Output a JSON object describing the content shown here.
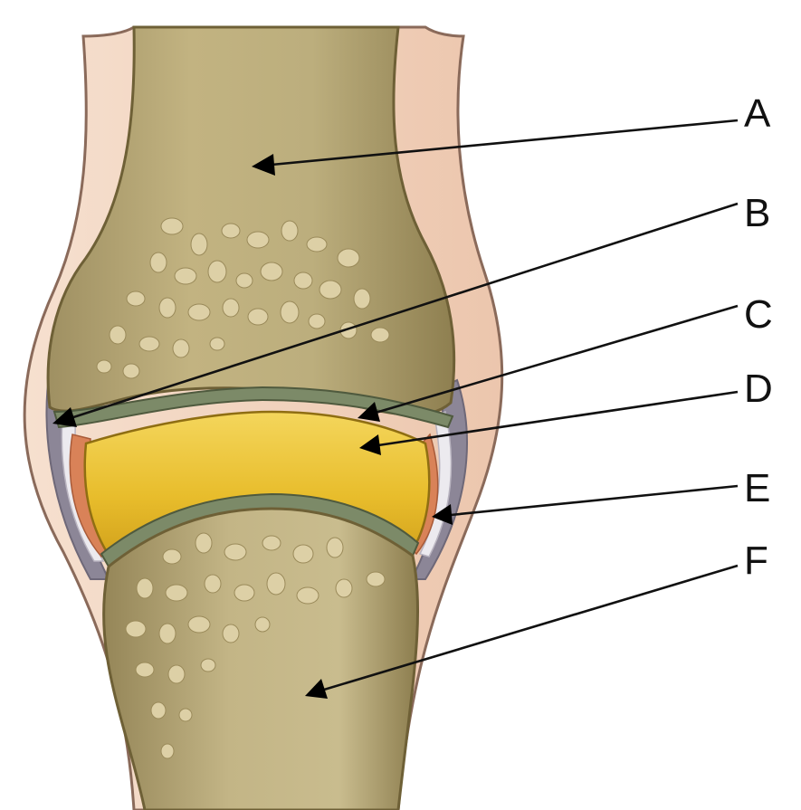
{
  "diagram": {
    "labels": [
      "A",
      "B",
      "C",
      "D",
      "E",
      "F"
    ]
  },
  "colors": {
    "bone": "#b7a875",
    "bone_dark": "#8f7f4c",
    "bone_light": "#d6caa0",
    "spongy_holes": "#e8dcb4",
    "cartilage": "#7c8a68",
    "synovial_fluid": "#e9c23a",
    "synovial_membrane": "#d98258",
    "capsule_gray": "#8c8697",
    "capsule_white": "#e9e7ec",
    "skin": "#f1d3bd",
    "skin_edge": "#8a6a5a",
    "arrow": "#111111"
  }
}
